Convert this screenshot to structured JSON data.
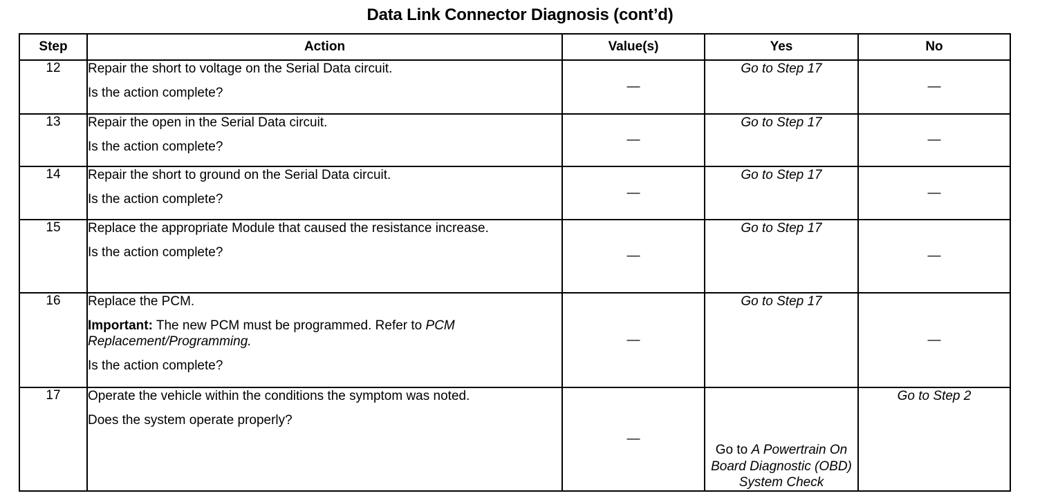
{
  "document": {
    "title": "Data Link Connector Diagnosis  (cont’d)"
  },
  "table": {
    "headers": {
      "step": "Step",
      "action": "Action",
      "value": "Value(s)",
      "yes": "Yes",
      "no": "No"
    },
    "dash": "—",
    "rows": [
      {
        "step": "12",
        "action_lines": [
          {
            "text": "Repair the short to voltage on the Serial Data circuit."
          }
        ],
        "question": "Is the action complete?",
        "value": "—",
        "yes": "Go to Step 17",
        "no": "—"
      },
      {
        "step": "13",
        "action_lines": [
          {
            "text": "Repair the open in the Serial Data circuit."
          }
        ],
        "question": "Is the action complete?",
        "value": "—",
        "yes": "Go to Step 17",
        "no": "—"
      },
      {
        "step": "14",
        "action_lines": [
          {
            "text": "Repair the short to ground on the Serial Data circuit."
          }
        ],
        "question": "Is the action complete?",
        "value": "—",
        "yes": "Go to Step 17",
        "no": "—"
      },
      {
        "step": "15",
        "action_lines": [
          {
            "text": "Replace the appropriate Module that caused the resistance increase."
          }
        ],
        "question": "Is the action complete?",
        "value": "—",
        "yes": "Go to Step 17",
        "no": "—"
      },
      {
        "step": "16",
        "action_lines": [
          {
            "text": "Replace the PCM."
          }
        ],
        "important_label": "Important:",
        "important_body": " The new PCM must be programmed. Refer to ",
        "important_italic": "PCM Replacement/Programming.",
        "question": "Is the action complete?",
        "value": "—",
        "yes": "Go to Step 17",
        "no": "—"
      },
      {
        "step": "17",
        "action_lines": [
          {
            "text": "Operate the vehicle within the conditions the symptom was noted."
          }
        ],
        "question": "Does the system operate properly?",
        "value": "—",
        "yes_prefix": "Go to ",
        "yes_italic": "A Powertrain On Board Diagnostic (OBD) System Check",
        "no": "Go to Step 2"
      }
    ]
  }
}
